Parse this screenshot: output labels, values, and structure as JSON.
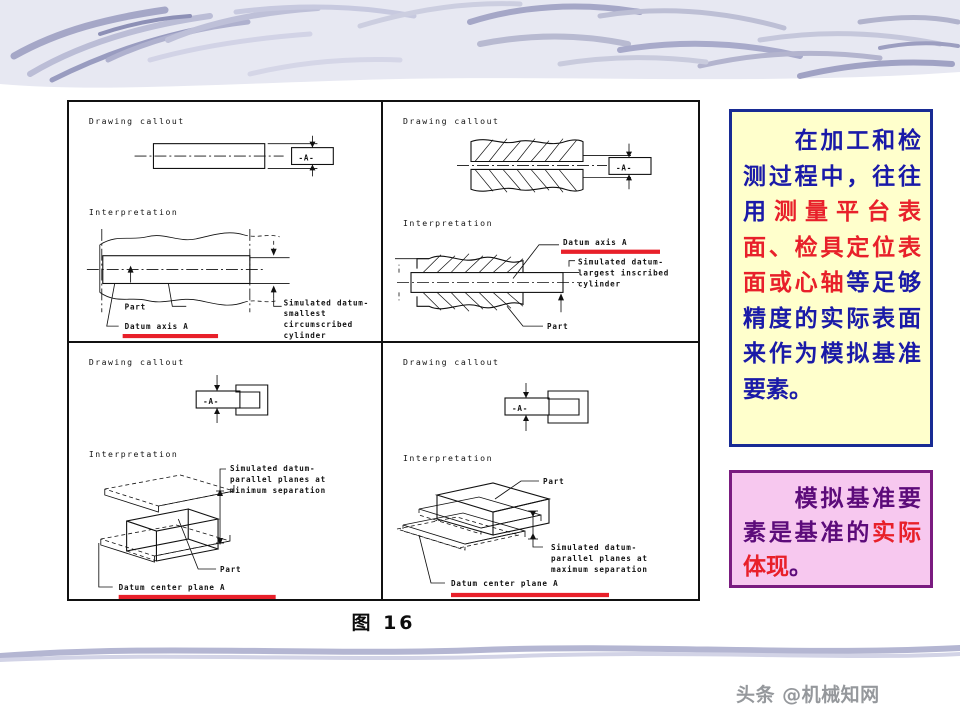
{
  "slide": {
    "caption": "图  16",
    "watermark": "头条 @机械知网"
  },
  "theme": {
    "band_fill": "#e7e8f2",
    "band_stroke": "#9a9cc0",
    "note_yellow_bg": "#ffffcc",
    "note_yellow_border": "#182b94",
    "note_yellow_text": "#1a1aa8",
    "note_pink_bg": "#f7c8ef",
    "note_pink_border": "#7a1b80",
    "note_pink_text": "#5c0b7a",
    "highlight_red": "#e8202a",
    "underline_red": "#e8202a",
    "line_black": "#111111"
  },
  "notes": {
    "yellow": {
      "seg1": "　　在加工和检测过程中，往往用",
      "seg2_red": "测量平台表面、检具定位表面或心轴",
      "seg3": "等足够精度的实际表面来作为模拟基准要素。"
    },
    "pink": {
      "seg1": "　　模拟基准要素是基准的",
      "seg2_red": "实际体现",
      "seg3": "。"
    }
  },
  "figure": {
    "quadrants": [
      {
        "id": "top-left",
        "name": "cylindrical-feature-smallest-circumscribed-cylinder",
        "callout_title": "Drawing callout",
        "interpretation_title": "Interpretation",
        "datum_symbol": "-A-",
        "labels": [
          {
            "text": "Part",
            "underline": false
          },
          {
            "text": "Datum axis A",
            "underline": true
          },
          {
            "text": "Simulated datum-",
            "underline": false
          },
          {
            "text": "smallest",
            "underline": false
          },
          {
            "text": "circumscribed",
            "underline": false
          },
          {
            "text": "cylinder",
            "underline": false
          }
        ]
      },
      {
        "id": "top-right",
        "name": "internal-feature-largest-inscribed-cylinder",
        "callout_title": "Drawing callout",
        "interpretation_title": "Interpretation",
        "datum_symbol": "-A-",
        "labels": [
          {
            "text": "Datum axis A",
            "underline": true
          },
          {
            "text": "Simulated datum-",
            "underline": false
          },
          {
            "text": "largest inscribed",
            "underline": false
          },
          {
            "text": "cylinder",
            "underline": false
          },
          {
            "text": "Part",
            "underline": false
          }
        ]
      },
      {
        "id": "bottom-left",
        "name": "width-feature-minimum-separation",
        "callout_title": "Drawing callout",
        "interpretation_title": "Interpretation",
        "datum_symbol": "-A-",
        "labels": [
          {
            "text": "Simulated datum-",
            "underline": false
          },
          {
            "text": "parallel planes at",
            "underline": false
          },
          {
            "text": "minimum separation",
            "underline": false
          },
          {
            "text": "Part",
            "underline": false
          },
          {
            "text": "Datum center plane A",
            "underline": true
          }
        ]
      },
      {
        "id": "bottom-right",
        "name": "slot-feature-maximum-separation",
        "callout_title": "Drawing callout",
        "interpretation_title": "Interpretation",
        "datum_symbol": "-A-",
        "labels": [
          {
            "text": "Part",
            "underline": false
          },
          {
            "text": "Simulated datum-",
            "underline": false
          },
          {
            "text": "parallel planes at",
            "underline": false
          },
          {
            "text": "maximum separation",
            "underline": false
          },
          {
            "text": "Datum center plane A",
            "underline": true
          }
        ]
      }
    ]
  }
}
